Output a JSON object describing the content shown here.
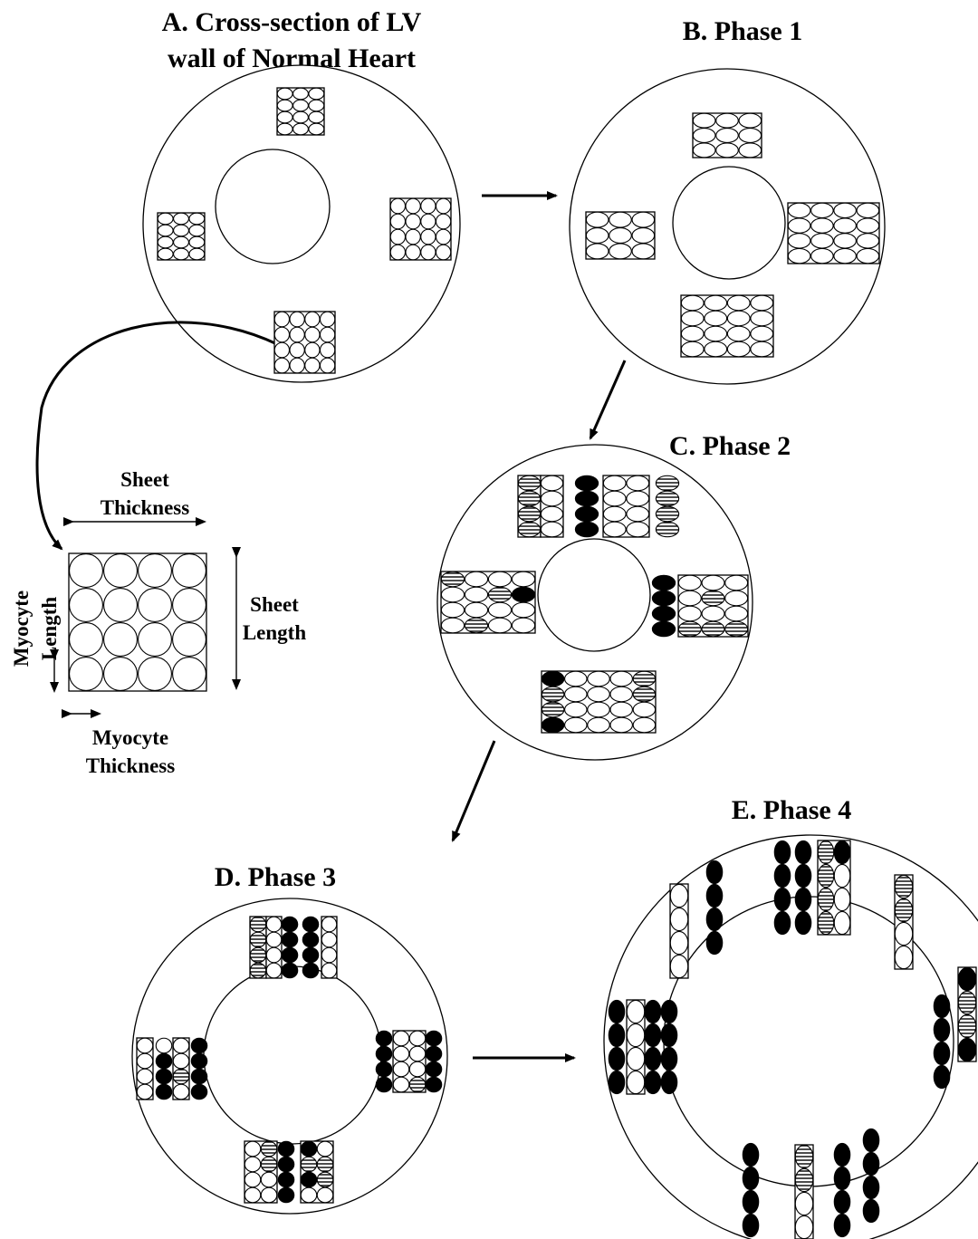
{
  "titles": {
    "a_line1": "A.   Cross-section of LV",
    "a_line2": "wall of Normal Heart",
    "b": "B.   Phase 1",
    "c": "C.   Phase 2",
    "d": "D. Phase 3",
    "e": "E.   Phase 4"
  },
  "detail": {
    "sheet_thickness_1": "Sheet",
    "sheet_thickness_2": "Thickness",
    "sheet_length_1": "Sheet",
    "sheet_length_2": "Length",
    "myocyte_length_1": "Myocyte",
    "myocyte_length_2": "Length",
    "myocyte_thickness_1": "Myocyte",
    "myocyte_thickness_2": "Thickness"
  },
  "cell_fill_legend": {
    "white": "#ffffff",
    "black": "#000000",
    "hatched": "horizontal stripes"
  }
}
